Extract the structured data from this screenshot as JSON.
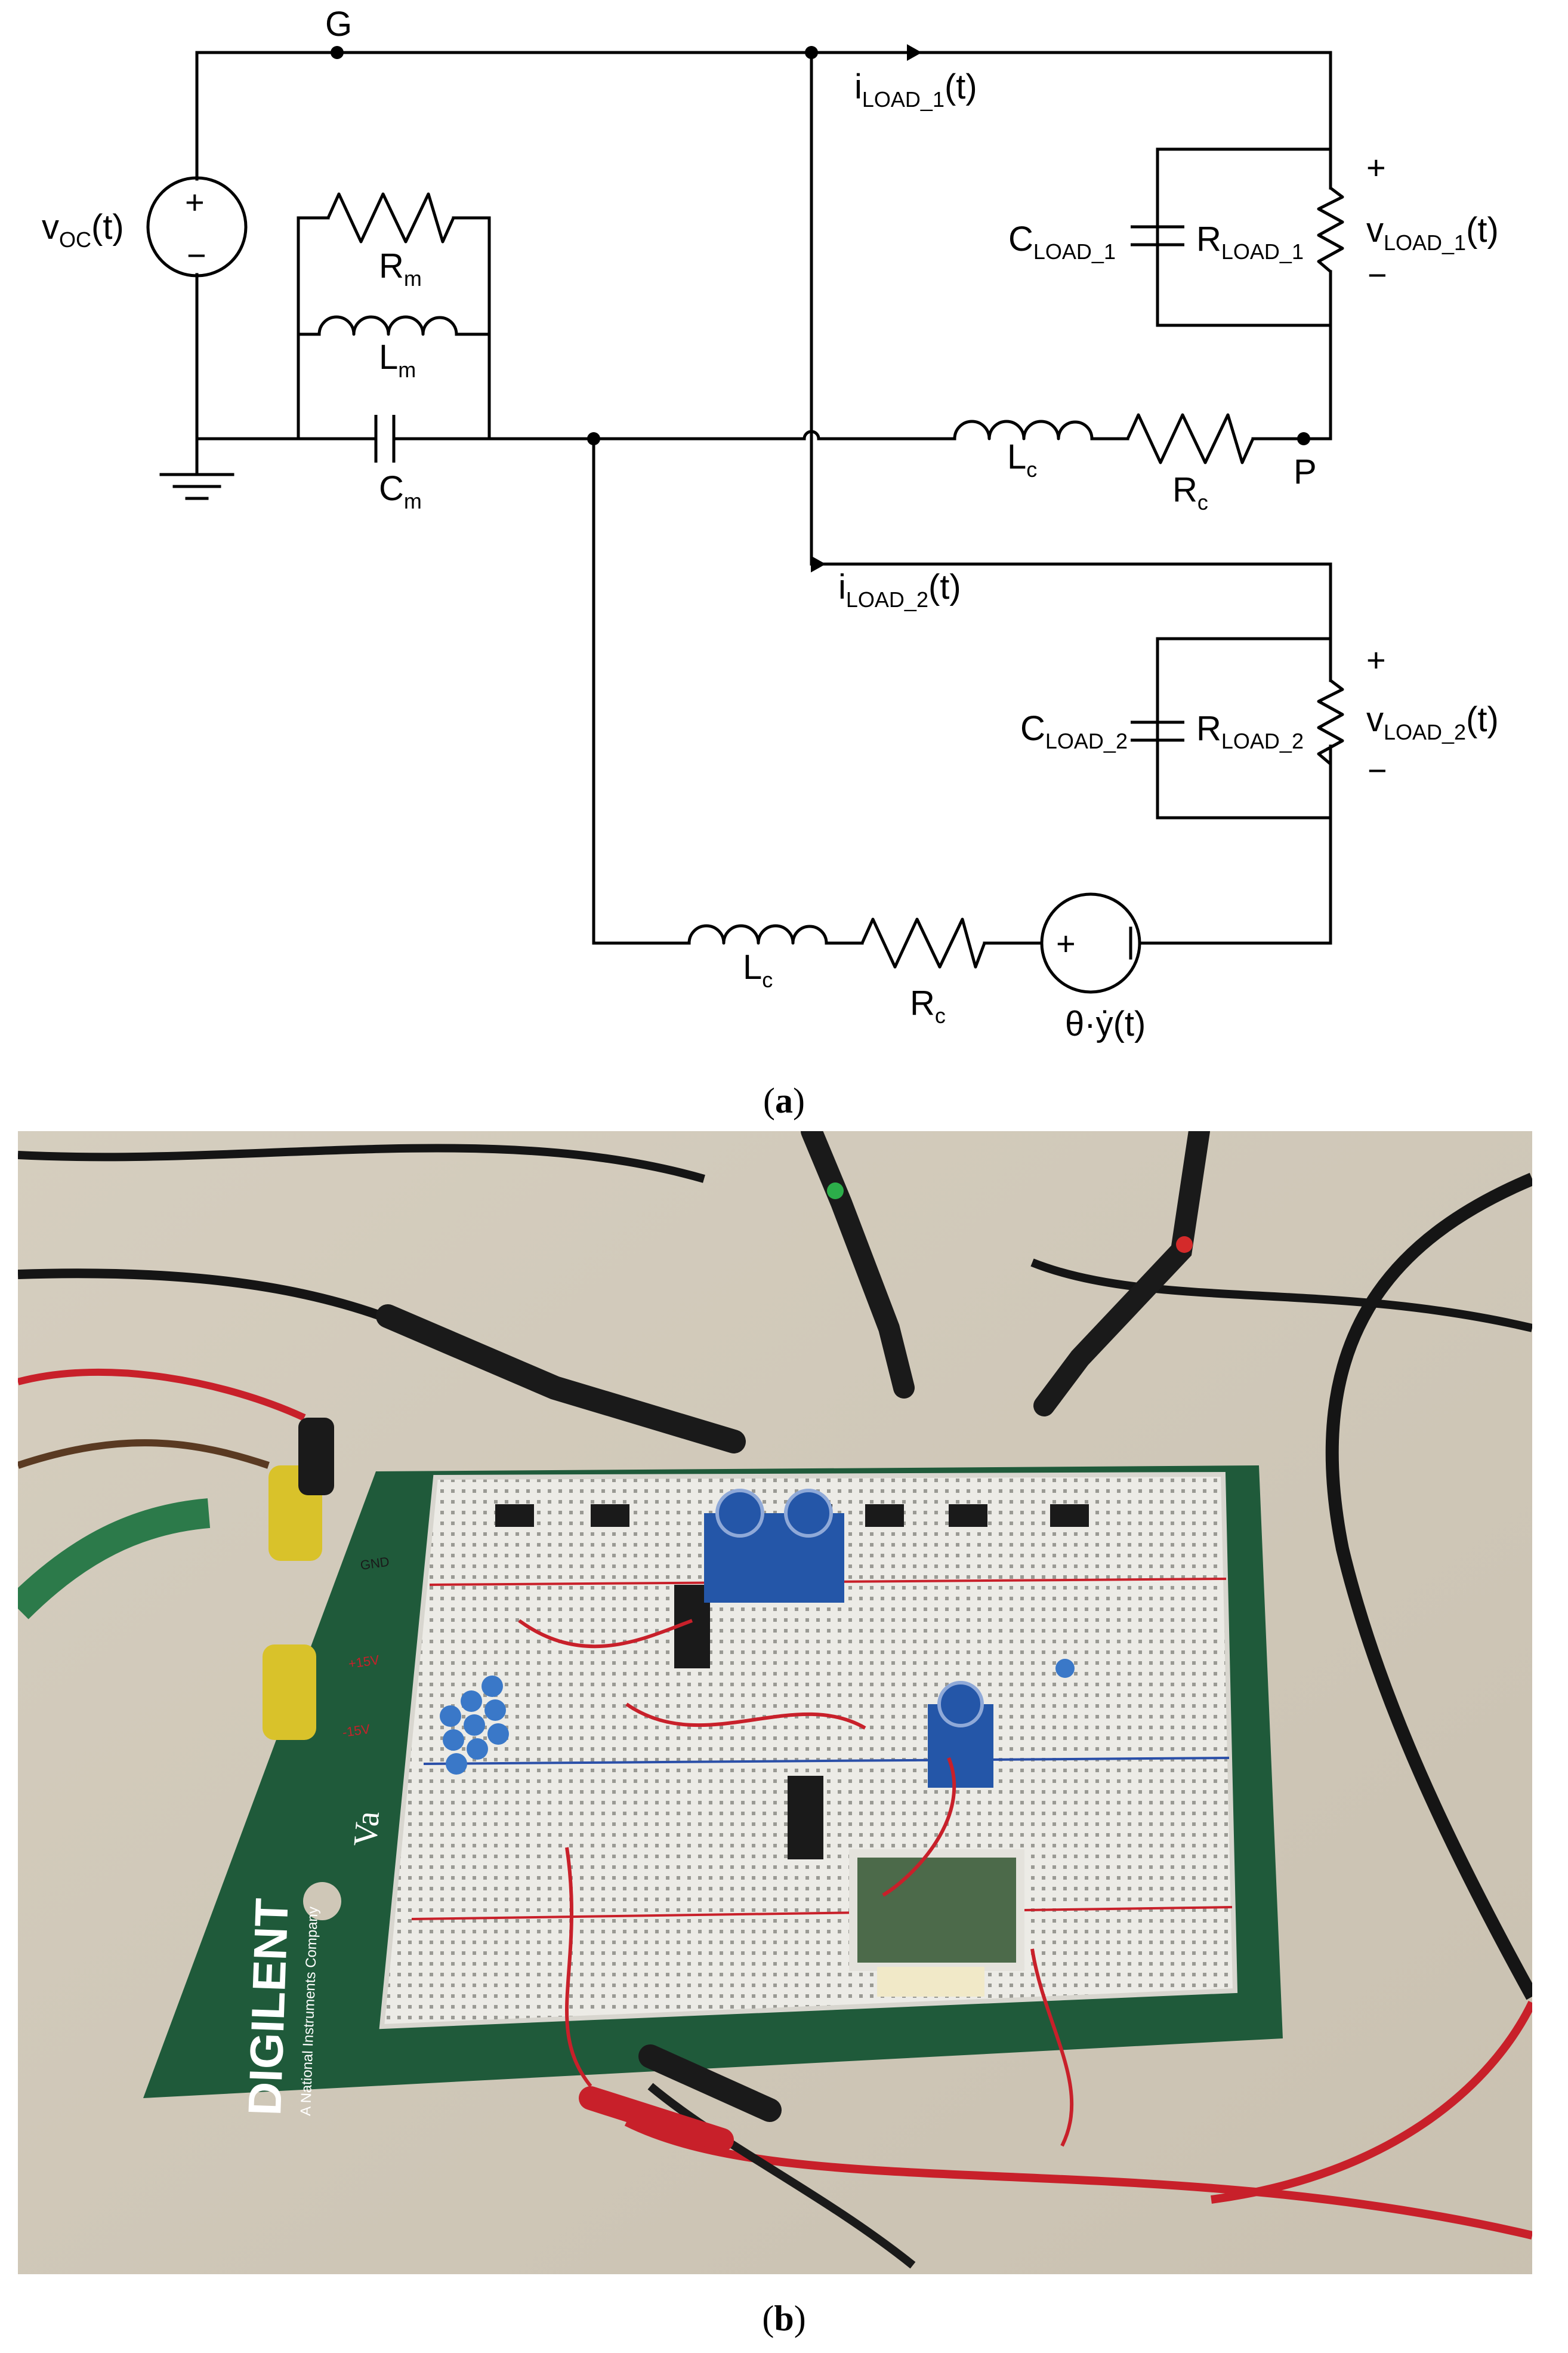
{
  "diagram_a": {
    "caption_open": "(",
    "caption_letter": "a",
    "caption_close": ")",
    "labels": {
      "voc_main": "v",
      "voc_sub": "OC",
      "voc_tail": "(t)",
      "node_g": "G",
      "node_p": "P",
      "rm_main": "R",
      "rm_sub": "m",
      "lm_main": "L",
      "lm_sub": "m",
      "cm_main": "C",
      "cm_sub": "m",
      "iload1_main": "i",
      "iload1_sub": "LOAD_1",
      "iload1_tail": "(t)",
      "cload1_main": "C",
      "cload1_sub": "LOAD_1",
      "rload1_main": "R",
      "rload1_sub": "LOAD_1",
      "vload1_main": "v",
      "vload1_sub": "LOAD_1",
      "vload1_tail": "(t)",
      "lc1_main": "L",
      "lc1_sub": "c",
      "rc1_main": "R",
      "rc1_sub": "c",
      "iload2_main": "i",
      "iload2_sub": "LOAD_2",
      "iload2_tail": "(t)",
      "cload2_main": "C",
      "cload2_sub": "LOAD_2",
      "rload2_main": "R",
      "rload2_sub": "LOAD_2",
      "vload2_main": "v",
      "vload2_sub": "LOAD_2",
      "vload2_tail": "(t)",
      "lc2_main": "L",
      "lc2_sub": "c",
      "rc2_main": "R",
      "rc2_sub": "c",
      "source2": "θ·ẏ(t)",
      "plus": "+",
      "minus": "−"
    }
  },
  "photo_b": {
    "caption_open": "(",
    "caption_letter": "b",
    "caption_close": ")",
    "board_brand": "DIGILENT",
    "board_tagline": "A National Instruments Company",
    "board_marker": "Va",
    "power_labels": [
      "+15V",
      "-15V",
      "GND"
    ],
    "colors": {
      "background": "#cfc7b7",
      "board": "#1f5a3a",
      "breadboard": "#ecebe6",
      "pot": "#2456a8",
      "wire_red": "#c8202a",
      "wire_black": "#1a1a1a",
      "clip_green": "#2c7a4a",
      "banana_yellow": "#d9c22a"
    }
  }
}
